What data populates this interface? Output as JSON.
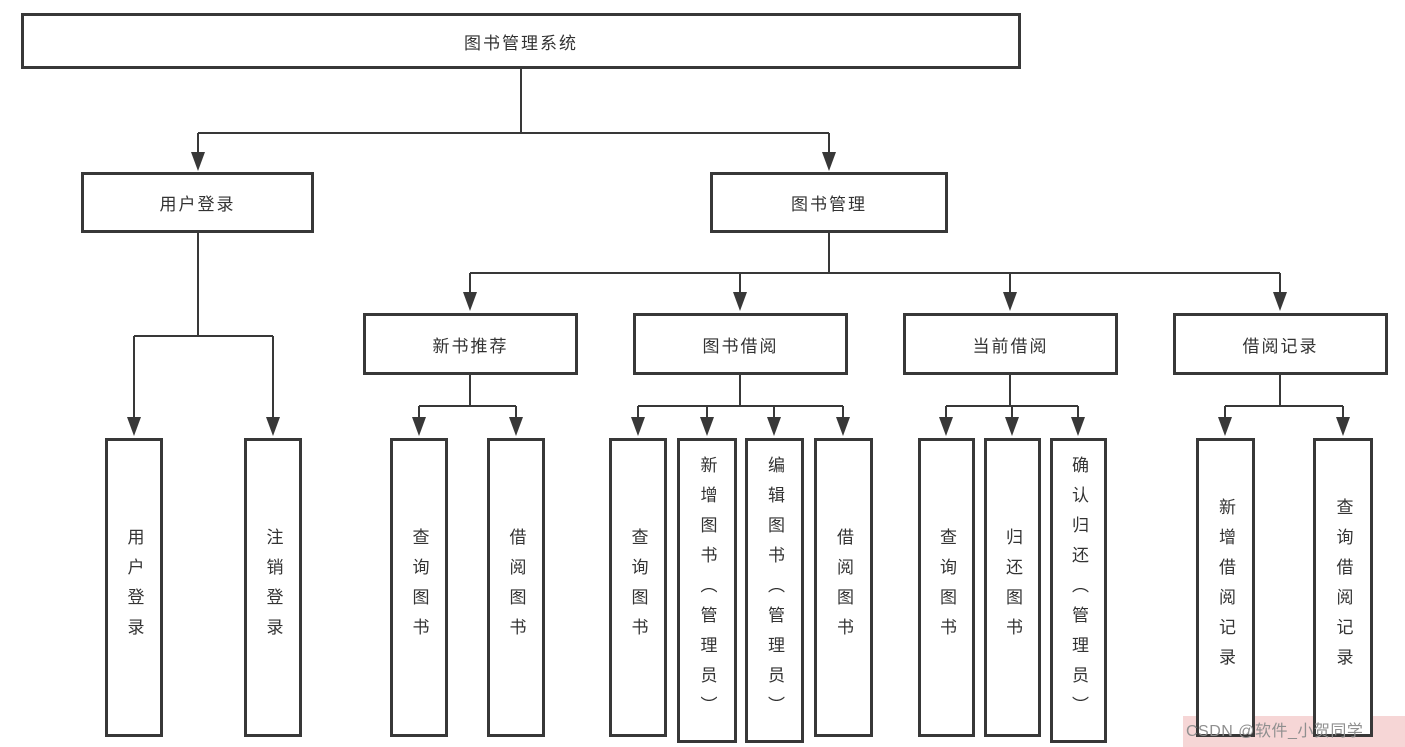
{
  "nodes": {
    "root": "图书管理系统",
    "user_login": "用户登录",
    "book_mgmt": "图书管理",
    "new_book_rec": "新书推荐",
    "book_borrow": "图书借阅",
    "current_borrow": "当前借阅",
    "borrow_record": "借阅记录",
    "leaf_user_login": "用户登录",
    "leaf_logout": "注销登录",
    "leaf_nb_query": "查询图书",
    "leaf_nb_borrow": "借阅图书",
    "leaf_bb_query": "查询图书",
    "leaf_bb_add": "新增图书（管理员）",
    "leaf_bb_edit": "编辑图书（管理员）",
    "leaf_bb_borrow": "借阅图书",
    "leaf_cb_query": "查询图书",
    "leaf_cb_return": "归还图书",
    "leaf_cb_confirm": "确认归还（管理员）",
    "leaf_br_add": "新增借阅记录",
    "leaf_br_query": "查询借阅记录"
  },
  "watermark": {
    "text": "CSDN @软件_小贺同学"
  },
  "colors": {
    "line": "#383838",
    "box_border": "#383838",
    "text": "#333333",
    "background": "#ffffff",
    "watermark_bg": "#f6d6d6",
    "watermark_text": "#8f8f8f"
  }
}
